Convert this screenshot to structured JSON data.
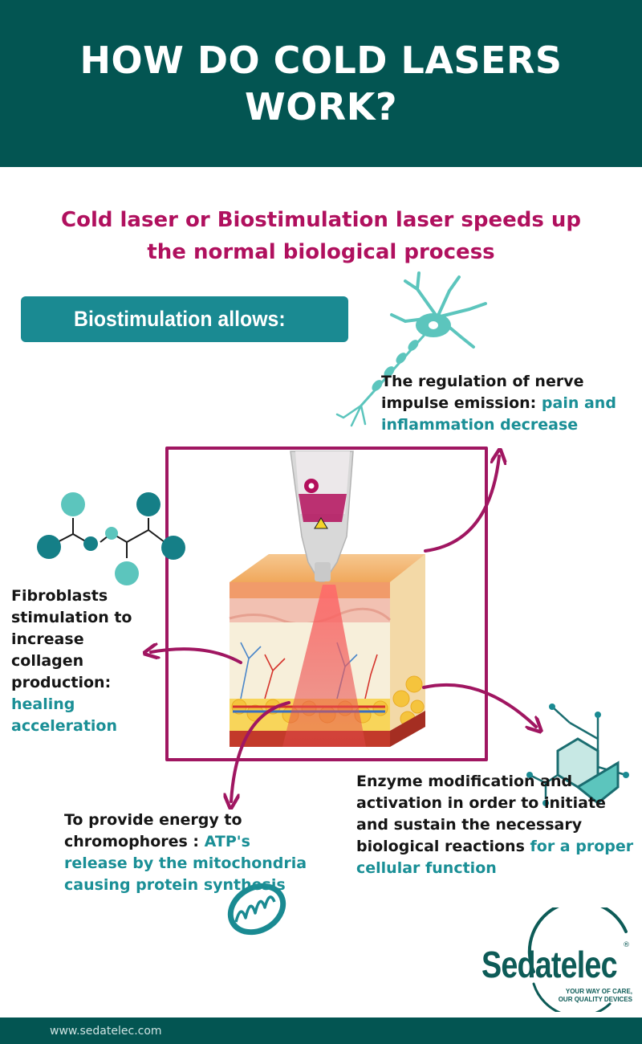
{
  "header": {
    "title": "HOW DO COLD LASERS WORK?"
  },
  "subtitle": "Cold laser or Biostimulation laser speeds up the normal biological process",
  "banner": {
    "label": "Biostimulation allows:"
  },
  "items": {
    "nerve": {
      "text": "The regulation of nerve impulse emission: ",
      "highlight": "pain and inflammation decrease"
    },
    "fibroblasts": {
      "text": "Fibroblasts stimulation to increase collagen production: ",
      "highlight": "healing acceleration"
    },
    "energy": {
      "text": "To provide energy to chromophores : ",
      "highlight": "ATP's release by the mitochondria causing protein synthesis"
    },
    "enzyme": {
      "text": "Enzyme modification and activation in order to initiate and sustain the necessary biological reactions ",
      "highlight": "for a proper cellular function"
    }
  },
  "logo": {
    "name": "Sedatelec",
    "tagline_1": "YOUR WAY OF CARE,",
    "tagline_2": "OUR QUALITY DEVICES"
  },
  "footer": {
    "url": "www.sedatelec.com"
  },
  "colors": {
    "header_bg": "#035552",
    "magenta": "#b0105e",
    "teal": "#1a8a92",
    "frame": "#a01661"
  },
  "icons": [
    "neuron-icon",
    "molecule-icon",
    "benzene-molecule-icon",
    "mitochondria-icon",
    "laser-pen-icon",
    "skin-cross-section-icon"
  ]
}
